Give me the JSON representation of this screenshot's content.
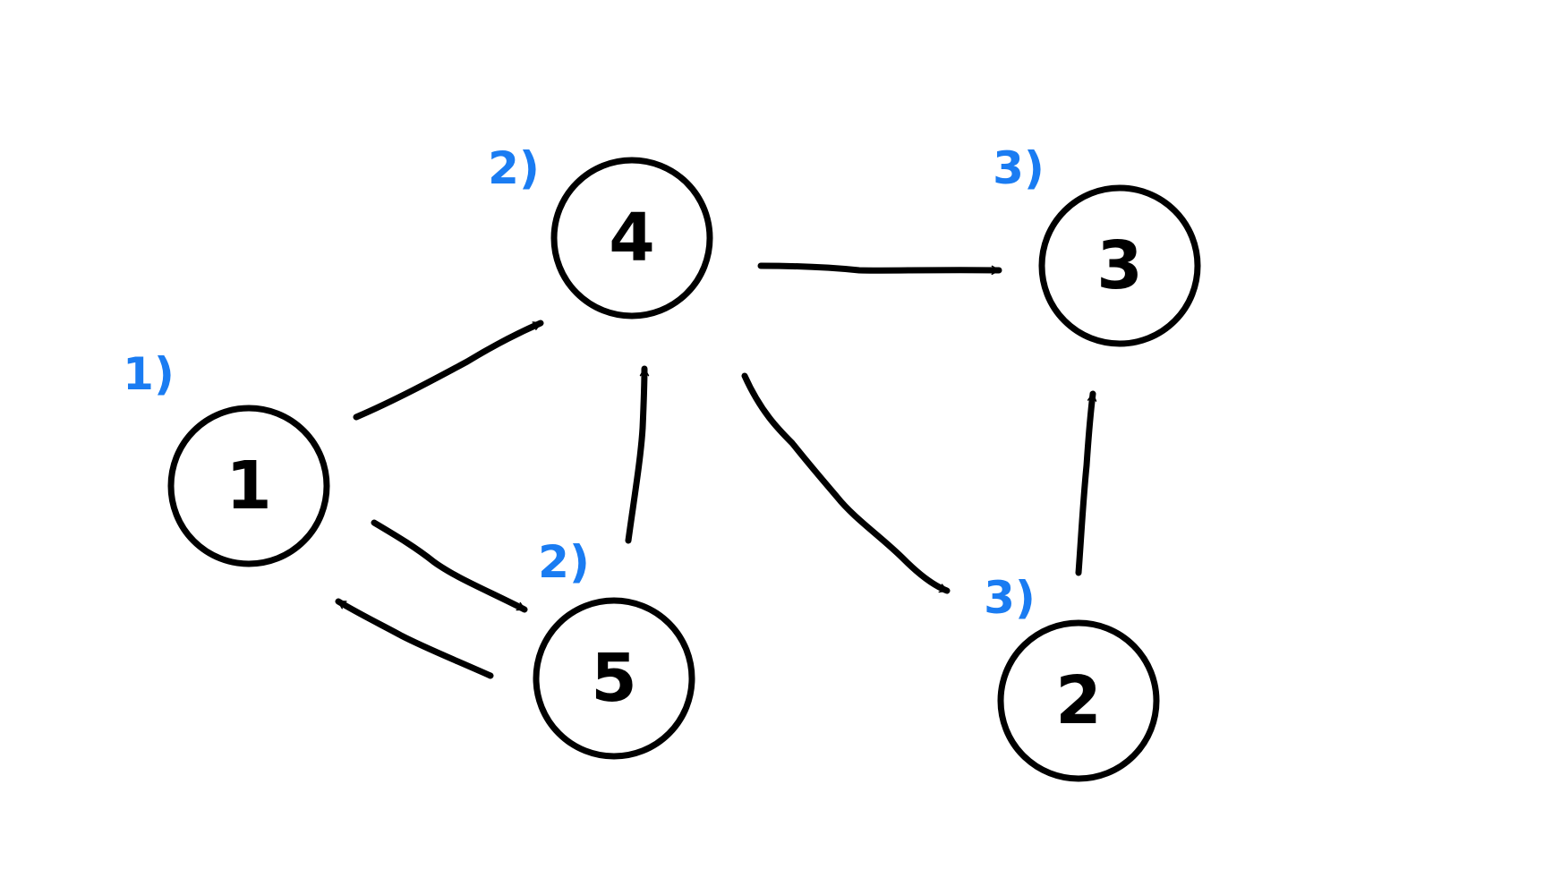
{
  "colors": {
    "ink": "#000000",
    "step": "#1a7cf2",
    "background": "#ffffff"
  },
  "nodes": [
    {
      "id": "n1",
      "label": "1",
      "step": "1)"
    },
    {
      "id": "n4",
      "label": "4",
      "step": "2)"
    },
    {
      "id": "n5",
      "label": "5",
      "step": "2)"
    },
    {
      "id": "n2",
      "label": "2",
      "step": "3)"
    },
    {
      "id": "n3",
      "label": "3",
      "step": "3)"
    }
  ],
  "edges": [
    {
      "from": "1",
      "to": "4"
    },
    {
      "from": "5",
      "to": "1"
    },
    {
      "from": "1",
      "to": "5"
    },
    {
      "from": "5",
      "to": "4"
    },
    {
      "from": "4",
      "to": "3"
    },
    {
      "from": "4",
      "to": "2"
    },
    {
      "from": "2",
      "to": "3"
    }
  ]
}
